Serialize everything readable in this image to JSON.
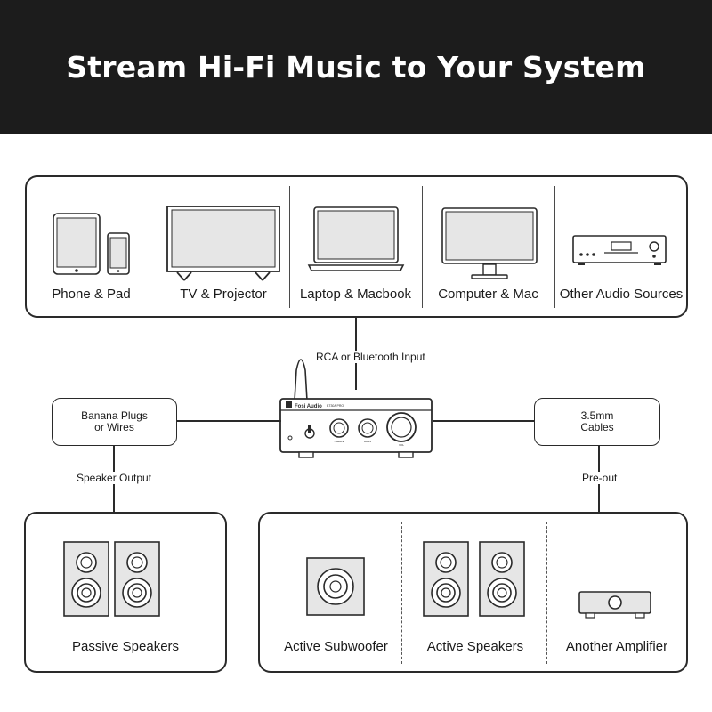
{
  "header": {
    "title": "Stream Hi-Fi Music to Your System"
  },
  "sources": [
    {
      "label": "Phone & Pad",
      "icon": "phone-pad-icon"
    },
    {
      "label": "TV & Projector",
      "icon": "tv-icon"
    },
    {
      "label": "Laptop & Macbook",
      "icon": "laptop-icon"
    },
    {
      "label": "Computer & Mac",
      "icon": "monitor-icon"
    },
    {
      "label": "Other Audio Sources",
      "icon": "audio-source-icon"
    }
  ],
  "connections": {
    "input": "RCA or Bluetooth Input",
    "left_box": {
      "line1": "Banana Plugs",
      "line2": "or Wires"
    },
    "right_box": {
      "line1": "3.5mm",
      "line2": "Cables"
    },
    "left_output": "Speaker Output",
    "right_output": "Pre-out"
  },
  "amplifier": {
    "brand": "Fosi Audio",
    "model": "BT30A PRO",
    "knob1": "TREBLE",
    "knob2": "BASS",
    "knob3": "VOL"
  },
  "outputs_left": [
    {
      "label": "Passive Speakers",
      "icon": "passive-speakers-icon"
    }
  ],
  "outputs_right": [
    {
      "label": "Active Subwoofer",
      "icon": "subwoofer-icon"
    },
    {
      "label": "Active Speakers",
      "icon": "active-speakers-icon"
    },
    {
      "label": "Another Amplifier",
      "icon": "amplifier-icon"
    }
  ],
  "colors": {
    "header_bg": "#1c1c1c",
    "line": "#2a2a2a",
    "device_fill": "#e6e6e6"
  }
}
